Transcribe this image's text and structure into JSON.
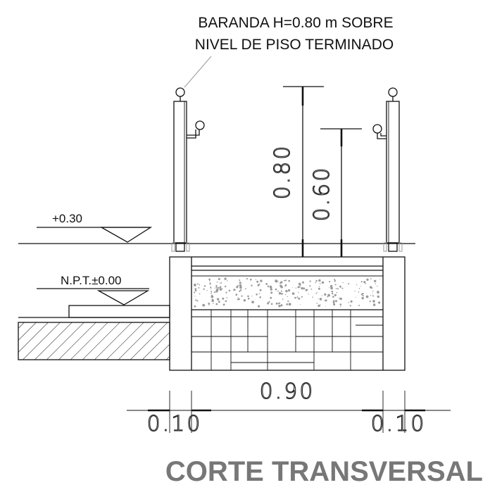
{
  "note": {
    "line1": "BARANDA H=0.80 m SOBRE",
    "line2": "NIVEL DE PISO TERMINADO"
  },
  "levels": {
    "upper": "+0.30",
    "floor": "N.P.T.±0.00"
  },
  "dimensions": {
    "height_railing": "0.80",
    "height_secondary": "0.60",
    "width_main": "0.90",
    "width_left": "0.10",
    "width_right": "0.10"
  },
  "title": "CORTE TRANSVERSAL",
  "colors": {
    "title": "#777777",
    "lines": "#111111",
    "concrete_speckle": "#9a9a9a"
  }
}
